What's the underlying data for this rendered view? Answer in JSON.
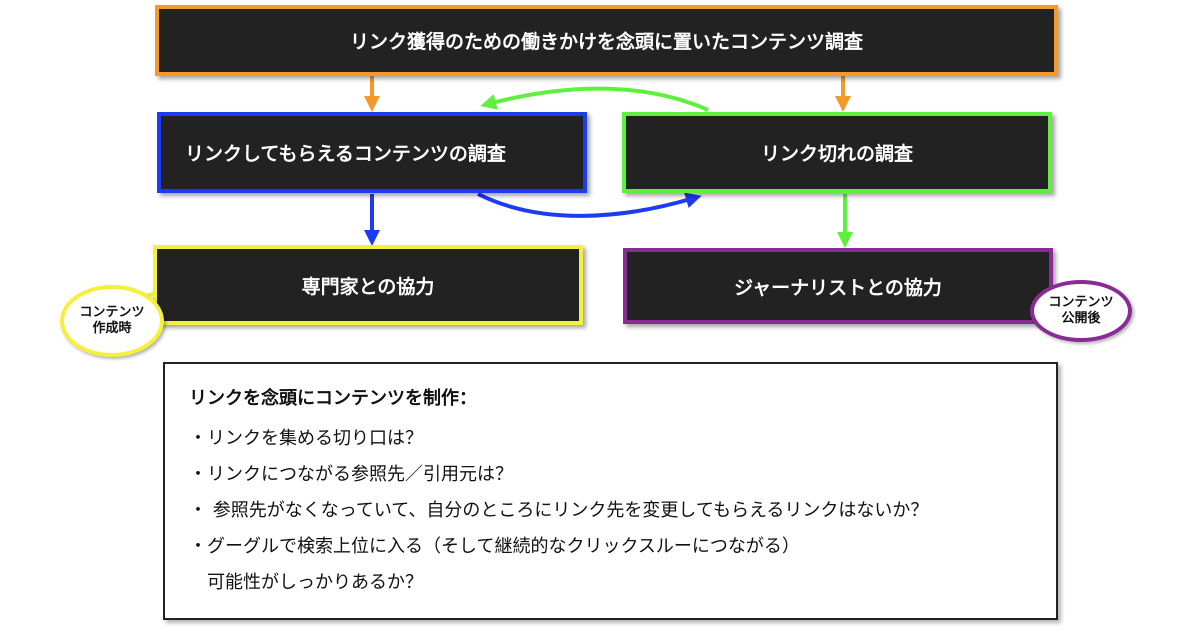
{
  "colors": {
    "orange": "#f39a2b",
    "blue": "#1b3cf0",
    "green": "#5ef03c",
    "yellow": "#f5f03c",
    "purple": "#8a2a96",
    "box_bg": "#222222"
  },
  "boxes": {
    "top": "リンク獲得のための働きかけを念頭に置いたコンテンツ調査",
    "linkable": "リンクしてもらえるコンテンツの調査",
    "broken": "リンク切れの調査",
    "experts": "専門家との協力",
    "journalists": "ジャーナリストとの協力"
  },
  "callouts": {
    "left": {
      "line1": "コンテンツ",
      "line2": "作成時"
    },
    "right": {
      "line1": "コンテンツ",
      "line2": "公開後"
    }
  },
  "note": {
    "title": "リンクを念頭にコンテンツを制作：",
    "items": [
      "・リンクを集める切り口は？",
      "・リンクにつながる参照先／引用元は？",
      "・ 参照先がなくなっていて、自分のところにリンク先を変更してもらえるリンクはないか？",
      "・グーグルで検索上位に入る（そして継続的なクリックスルーにつながる）"
    ],
    "continuation": "可能性がしっかりあるか？"
  }
}
